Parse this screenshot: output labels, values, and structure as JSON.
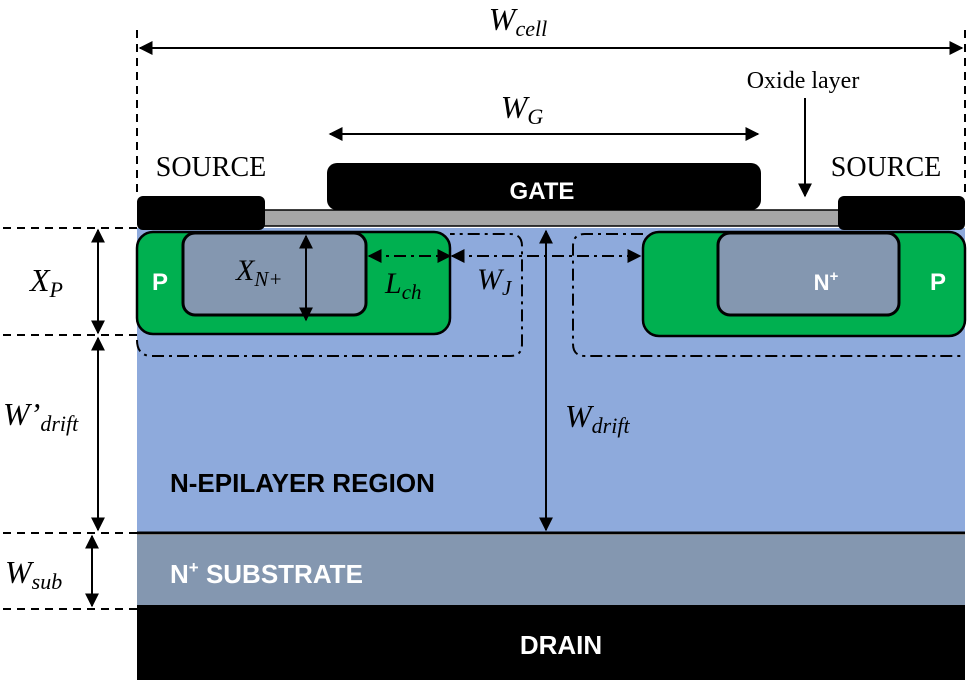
{
  "labels": {
    "w_cell": {
      "main": "W",
      "sub": "cell"
    },
    "w_g": {
      "main": "W",
      "sub": "G"
    },
    "oxide_layer": "Oxide layer",
    "source_left": "SOURCE",
    "source_right": "SOURCE",
    "gate": "GATE",
    "x_p": {
      "main": "X",
      "sub": "P"
    },
    "x_n_plus": {
      "main": "X",
      "sub": "N+"
    },
    "l_ch": {
      "main": "L",
      "sub": "ch"
    },
    "w_j": {
      "main": "W",
      "sub": "J"
    },
    "w_drift_prime": {
      "main": "W’",
      "sub": "drift"
    },
    "w_drift": {
      "main": "W",
      "sub": "drift"
    },
    "w_sub": {
      "main": "W",
      "sub": "sub"
    },
    "p_left": "P",
    "p_right": "P",
    "n_plus_right": {
      "main": "N",
      "sup": "+"
    },
    "n_epilayer": "N-EPILAYER REGION",
    "n_substrate": {
      "main": "N",
      "sup": "+",
      "rest": " SUBSTRATE"
    },
    "drain": "DRAIN"
  },
  "colors": {
    "epilayer": "#8eaadc",
    "substrate": "#8497b0",
    "p_well": "#00b050",
    "n_plus": "#8497b0",
    "metal": "#000000",
    "oxide": "#a6a6a6",
    "text_on_dark": "#ffffff",
    "text_on_light": "#000000"
  }
}
